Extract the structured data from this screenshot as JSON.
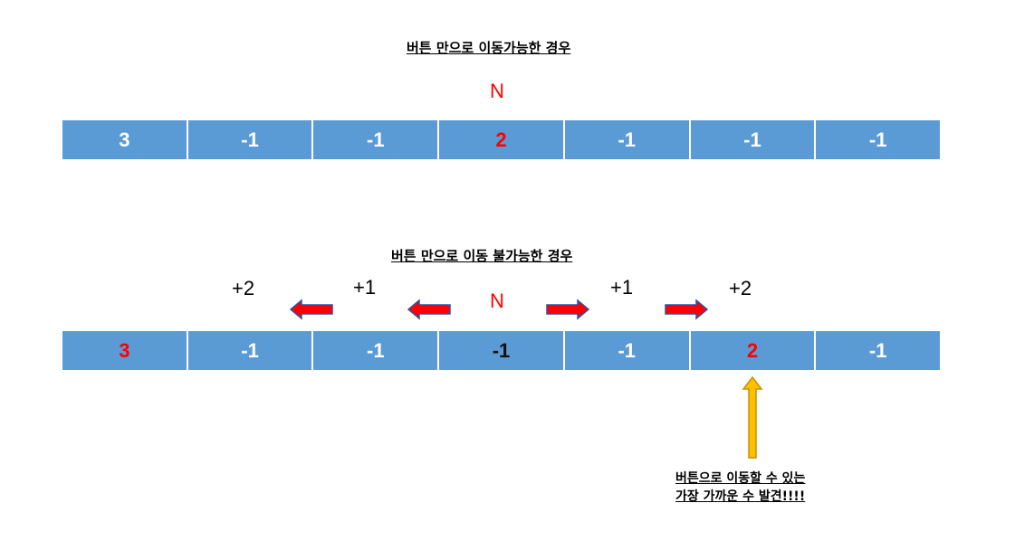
{
  "top": {
    "heading": "버튼 만으로 이동가능한 경우",
    "marker": "N",
    "cells": [
      "3",
      "-1",
      "-1",
      "2",
      "-1",
      "-1",
      "-1"
    ]
  },
  "bottom": {
    "heading": "버튼 만으로 이동 불가능한 경우",
    "marker": "N",
    "steps": {
      "left_far": "+2",
      "left_near": "+1",
      "right_near": "+1",
      "right_far": "+2"
    },
    "cells": [
      "3",
      "-1",
      "-1",
      "-1",
      "-1",
      "2",
      "-1"
    ],
    "note_line1": "버튼으로 이동할 수 있는",
    "note_line2": "가장 가까운 수 발견!!!!"
  },
  "colors": {
    "cell": "#5b9bd5",
    "highlight": "#ff0000",
    "pointer": "#ffc000"
  }
}
